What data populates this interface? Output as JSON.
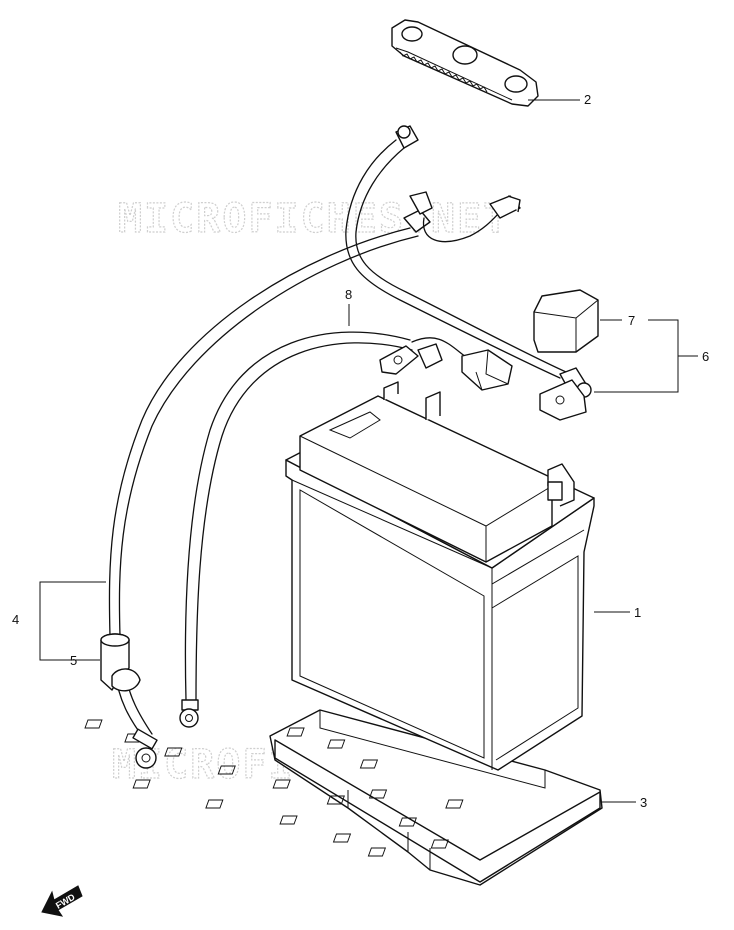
{
  "watermark": "MICROFICHES.NET",
  "callouts": [
    {
      "id": "1",
      "label": "1"
    },
    {
      "id": "2",
      "label": "2"
    },
    {
      "id": "3",
      "label": "3"
    },
    {
      "id": "4",
      "label": "4"
    },
    {
      "id": "5",
      "label": "5"
    },
    {
      "id": "6",
      "label": "6"
    },
    {
      "id": "7",
      "label": "7"
    },
    {
      "id": "8",
      "label": "8"
    }
  ],
  "direction_arrow": {
    "label": "FWD",
    "icon": "fwd-arrow-icon"
  }
}
